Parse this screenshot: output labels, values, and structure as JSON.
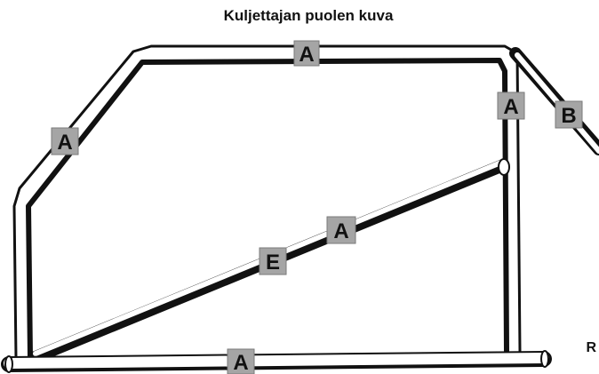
{
  "title": "Kuljettajan puolen kuva",
  "side_letter": "R",
  "tube_labels": {
    "top": "A",
    "left_diagonal": "A",
    "right_post": "A",
    "rear_brace": "B",
    "diagonal_upper": "A",
    "diagonal_lower": "E",
    "bottom": "A"
  }
}
